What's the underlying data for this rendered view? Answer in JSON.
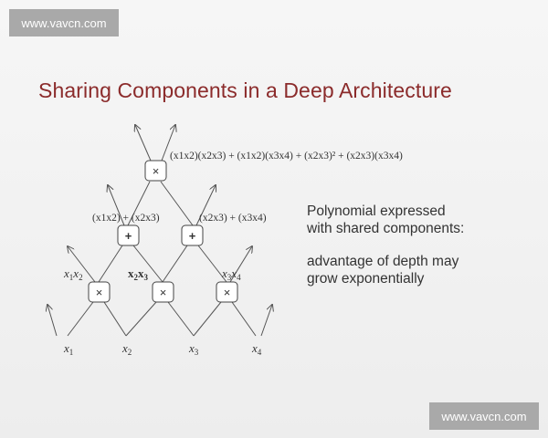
{
  "watermark": {
    "top": "www.vavcn.com",
    "bottom": "www.vavcn.com"
  },
  "title": "Sharing Components in a Deep Architecture",
  "side_text": {
    "line1": "Polynomial expressed",
    "line2": "with shared components:",
    "line3": "advantage of depth may",
    "line4": "grow exponentially"
  },
  "diagram": {
    "inputs": [
      {
        "id": "x1",
        "label": "x",
        "sub": "1"
      },
      {
        "id": "x2",
        "label": "x",
        "sub": "2"
      },
      {
        "id": "x3",
        "label": "x",
        "sub": "3"
      },
      {
        "id": "x4",
        "label": "x",
        "sub": "4"
      }
    ],
    "layer1": [
      {
        "id": "p12",
        "op": "×",
        "label_parts": [
          {
            "t": "x",
            "s": "1"
          },
          {
            "t": "x",
            "s": "2"
          }
        ],
        "bold": false
      },
      {
        "id": "p23",
        "op": "×",
        "label_parts": [
          {
            "t": "x",
            "s": "2"
          },
          {
            "t": "x",
            "s": "3"
          }
        ],
        "bold": true
      },
      {
        "id": "p34",
        "op": "×",
        "label_parts": [
          {
            "t": "x",
            "s": "3"
          },
          {
            "t": "x",
            "s": "4"
          }
        ],
        "bold": false
      }
    ],
    "layer2": [
      {
        "id": "s1",
        "op": "+",
        "label": "(x1x2) + (x2x3)"
      },
      {
        "id": "s2",
        "op": "+",
        "label": "(x2x3) + (x3x4)"
      }
    ],
    "layer3": [
      {
        "id": "top",
        "op": "×",
        "label": "(x1x2)(x2x3) + (x1x2)(x3x4) + (x2x3)² + (x2x3)(x3x4)"
      }
    ]
  }
}
